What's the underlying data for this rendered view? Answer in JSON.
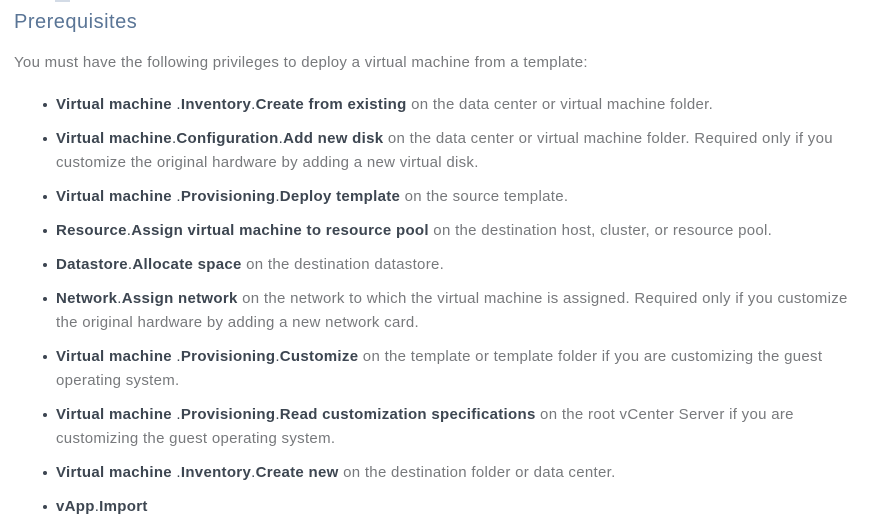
{
  "page": {
    "heading": "Prerequisites",
    "intro": "You must have the following privileges to deploy a virtual machine from a template:"
  },
  "colors": {
    "heading": "#5a7596",
    "privilege": "#3d4651",
    "body": "#77797c",
    "page_bg": "#ffffff"
  },
  "prerequisites": {
    "items": [
      {
        "privilege": "Virtual machine .Inventory.Create from existing",
        "description": " on the data center or virtual machine folder."
      },
      {
        "privilege": "Virtual machine.Configuration.Add new disk",
        "description": " on the data center or virtual machine folder. Required only if you customize the original hardware by adding a new virtual disk."
      },
      {
        "privilege": "Virtual machine .Provisioning.Deploy template",
        "description": " on the source template."
      },
      {
        "privilege": "Resource.Assign virtual machine to resource pool",
        "description": " on the destination host, cluster, or resource pool."
      },
      {
        "privilege": "Datastore.Allocate space",
        "description": " on the destination datastore."
      },
      {
        "privilege": "Network.Assign network",
        "description": " on the network to which the virtual machine is assigned. Required only if you customize the original hardware by adding a new network card."
      },
      {
        "privilege": "Virtual machine .Provisioning.Customize",
        "description": " on the template or template folder if you are customizing the guest operating system."
      },
      {
        "privilege": "Virtual machine .Provisioning.Read customization specifications",
        "description": " on the root vCenter Server if you are customizing the guest operating system."
      },
      {
        "privilege": "Virtual machine .Inventory.Create new",
        "description": " on the destination folder or data center."
      },
      {
        "privilege": "vApp.Import",
        "description": ""
      }
    ]
  }
}
